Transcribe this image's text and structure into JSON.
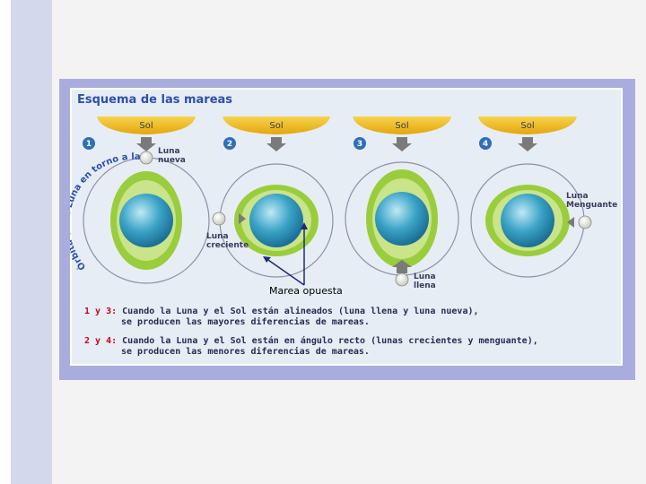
{
  "title": "Esquema de las mareas",
  "sun_label": "Sol",
  "panels": [
    {
      "number": "1",
      "moon_label_1": "Luna",
      "moon_label_2": "nueva"
    },
    {
      "number": "2",
      "moon_label_1": "Luna",
      "moon_label_2": "creciente"
    },
    {
      "number": "3",
      "moon_label_1": "Luna",
      "moon_label_2": "llena"
    },
    {
      "number": "4",
      "moon_label_1": "Luna",
      "moon_label_2": "Menguante"
    }
  ],
  "orbit_text": "Órbita de la Luna en torno a la Tierra",
  "annotation": "Marea opuesta",
  "notes": [
    {
      "key": "1 y 3:",
      "line1": "Cuando la Luna y el Sol están alineados (luna llena y luna nueva),",
      "line2": "se producen las mayores diferencias de mareas."
    },
    {
      "key": "2 y 4:",
      "line1": "Cuando la Luna y el Sol están en ángulo recto (lunas crecientes y menguante),",
      "line2": "se producen las menores diferencias de mareas."
    }
  ],
  "colors": {
    "background_bar": "#d4d8ec",
    "frame": "#a9adde",
    "panel": "#e6edf5",
    "title": "#2f4fa8",
    "sun": "#f0c419",
    "tide_bulge": "#9acd3c",
    "earth": "#3aa3c6",
    "note_key": "#c8001e"
  }
}
